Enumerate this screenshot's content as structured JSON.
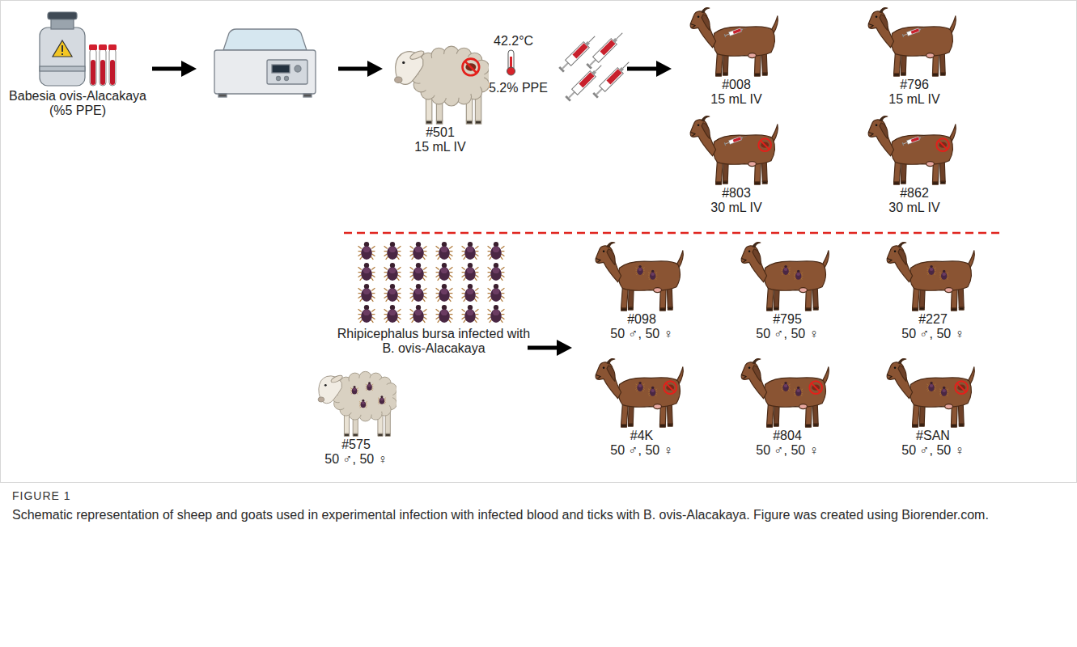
{
  "diagram": {
    "caption": "Schematic representation of sheep and goats used in experimental infection with infected blood and ticks with B. ovis-Alacakaya. Figure was created using Biorender.com.",
    "nodes": [
      {
        "text": [
          "Babesia ovis-Alacakaya",
          "(%5 PPE)"
        ]
      },
      {
        "text": [
          "#501",
          "15 mL IV"
        ]
      },
      {
        "text": [
          "#008",
          "15 mL IV"
        ]
      },
      {
        "text": [
          "#796",
          "15 mL IV"
        ]
      },
      {
        "text": [
          "#803",
          "30 mL IV"
        ]
      },
      {
        "text": [
          "#862",
          "30 mL IV"
        ]
      },
      {
        "text": [
          "Rhipicephalus bursa infected with B. ovis-Alacakaya"
        ]
      },
      {
        "text": [
          "#575",
          "50 ♂, 50 ♀"
        ]
      },
      {
        "text": [
          "#098",
          "50 ♂, 50 ♀"
        ]
      },
      {
        "text": [
          "#795",
          "50 ♂, 50 ♀"
        ]
      },
      {
        "text": [
          "#227",
          "50 ♂, 50 ♀"
        ]
      },
      {
        "text": [
          "#4K",
          "50 ♂, 50 ♀"
        ]
      },
      {
        "text": [
          "#804",
          "50 ♂, 50 ♀"
        ]
      },
      {
        "text": [
          "#SAN",
          "50 ♂, 50 ♀"
        ]
      }
    ],
    "labels": [
      "42.2°C",
      "5.2% PPE",
      "FIGURE 1"
    ]
  }
}
